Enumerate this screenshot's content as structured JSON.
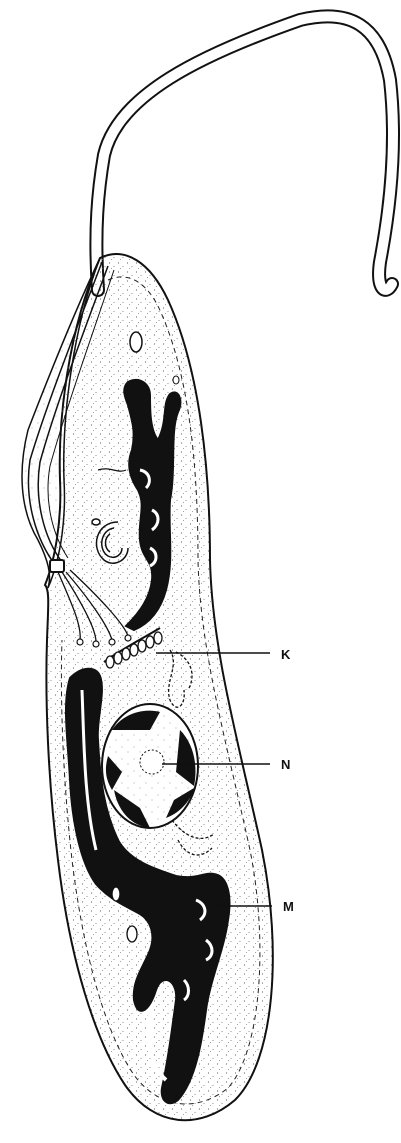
{
  "labels": {
    "k": "K",
    "n": "N",
    "m": "M"
  },
  "colors": {
    "ink": "#111111",
    "paper": "#ffffff",
    "stipple": "#6a6a6a"
  }
}
